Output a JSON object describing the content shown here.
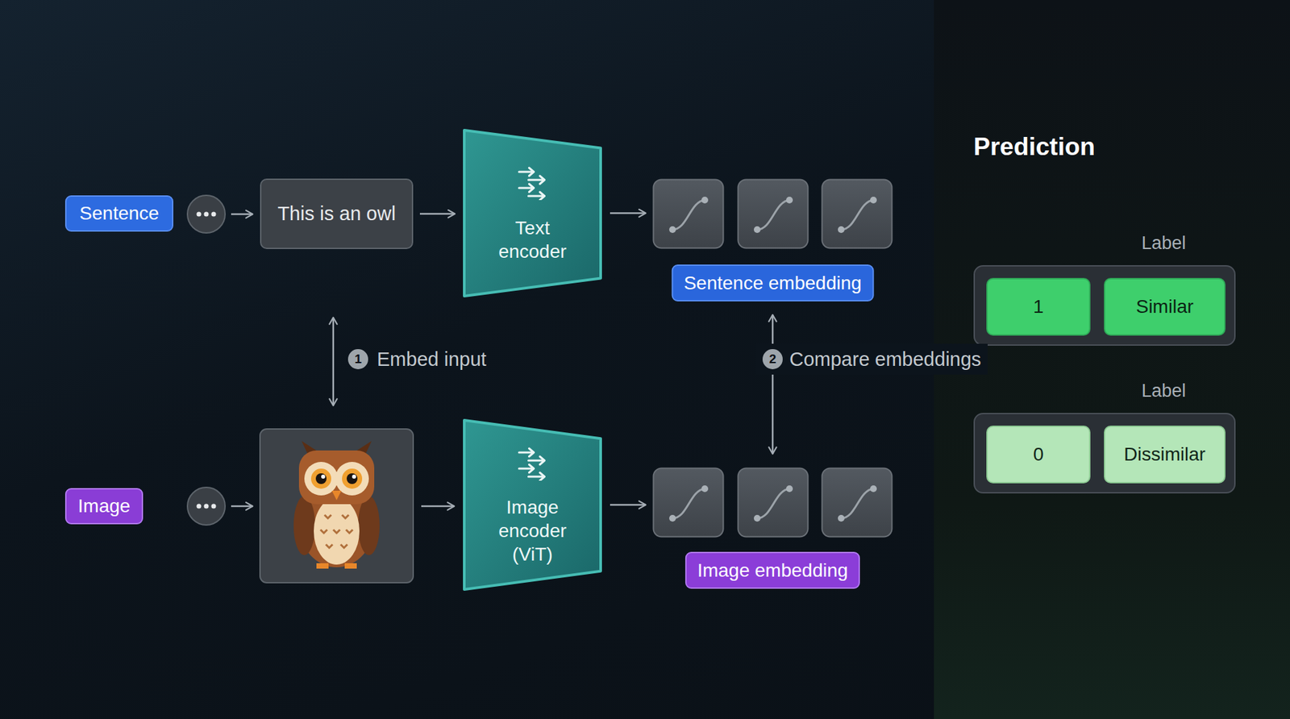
{
  "diagram": {
    "nodes": [
      {
        "text": [
          "Sentence"
        ]
      },
      {
        "text": [
          "This is an owl"
        ]
      },
      {
        "text": [
          "Text encoder"
        ]
      },
      {
        "text": [
          "Sentence embedding"
        ]
      },
      {
        "text": [
          "Image"
        ]
      },
      {
        "text": [
          "Image encoder (ViT)"
        ]
      },
      {
        "text": [
          "Image embedding"
        ]
      },
      {
        "text": [
          "Label"
        ]
      },
      {
        "text": [
          "1"
        ],
        "in": 7
      },
      {
        "text": [
          "Similar"
        ],
        "in": 7
      },
      {
        "text": [
          "Label"
        ]
      },
      {
        "text": [
          "0"
        ],
        "in": 10
      },
      {
        "text": [
          "Dissimilar"
        ],
        "in": 10
      }
    ],
    "edges": [
      {
        "from": 1,
        "to": 2,
        "arrow": "to"
      },
      {
        "from": 2,
        "to": 3,
        "arrow": "to"
      },
      {
        "from": 5,
        "to": 6,
        "arrow": "to"
      },
      {
        "from": 3,
        "to": 6,
        "arrow": "both",
        "label": "Compare embeddings"
      }
    ],
    "labels": [
      "1",
      "Embed input",
      "2",
      "Prediction"
    ]
  }
}
